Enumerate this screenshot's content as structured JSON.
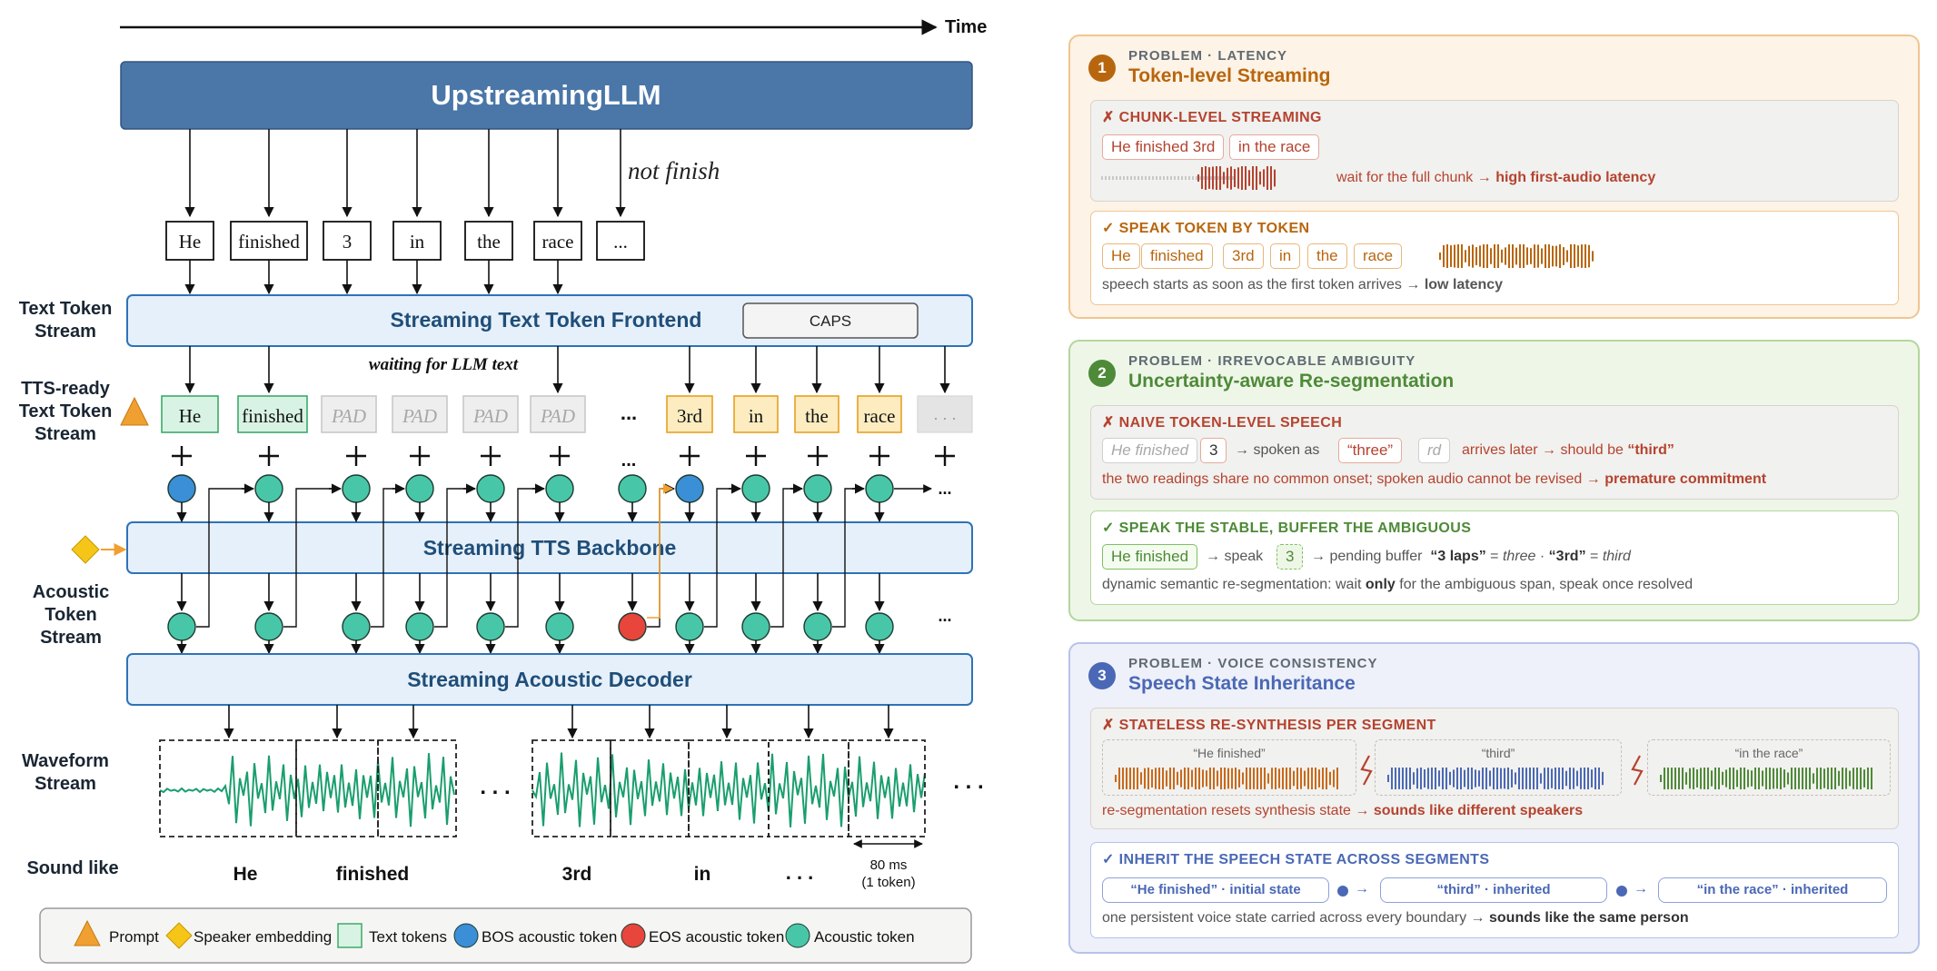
{
  "left": {
    "time_label": "Time",
    "llm_label": "UpstreamingLLM",
    "not_finish": "not finish",
    "llm_tokens": [
      "He",
      "finished",
      "3",
      "in",
      "the",
      "race",
      "..."
    ],
    "frontend_label": "Streaming Text Token Frontend",
    "caps_label": "CAPS",
    "waiting_label": "waiting for LLM text",
    "row_labels": {
      "text_stream": [
        "Text Token",
        "Stream"
      ],
      "tts_ready": [
        "TTS-ready",
        "Text Token",
        "Stream"
      ],
      "acoustic": [
        "Acoustic",
        "Token",
        "Stream"
      ],
      "waveform": [
        "Waveform",
        "Stream"
      ],
      "sound_like": "Sound like"
    },
    "tts_tokens": [
      "He",
      "finished",
      "PAD",
      "PAD",
      "PAD",
      "PAD",
      "3rd",
      "in",
      "the",
      "race"
    ],
    "ellipsis": "...",
    "ellipsis_spaced": ". . .",
    "backbone_label": "Streaming TTS Backbone",
    "decoder_label": "Streaming Acoustic Decoder",
    "sound_words": [
      "He",
      "finished",
      "3rd",
      "in"
    ],
    "duration_label": [
      "80 ms",
      "(1 token)"
    ],
    "legend": {
      "prompt": "Prompt",
      "speaker": "Speaker embedding",
      "text": "Text tokens",
      "bos": "BOS acoustic token",
      "eos": "EOS acoustic token",
      "acoustic": "Acoustic token"
    },
    "colors": {
      "llm": "#4a76a8",
      "frontend_fill": "#e6f0fa",
      "frontend_stroke": "#2e73b8",
      "frontend_text": "#1f4e79",
      "acoustic": "#48c7a8",
      "bos": "#3a8fd6",
      "eos": "#e8453c",
      "text_token_fill": "#d8f3e3",
      "text_token_stroke": "#3daa6a",
      "pending_fill": "#fcecc0",
      "pending_stroke": "#e8a020",
      "pad_fill": "#eeeeee",
      "waveform": "#1a9e6e",
      "prompt": "#f0a030",
      "speaker": "#f5c518"
    }
  },
  "panels": [
    {
      "num": "1",
      "kicker": "PROBLEM · LATENCY",
      "title": "Token-level Streaming",
      "bad": {
        "head": "✗ CHUNK-LEVEL STREAMING",
        "chips": [
          "He finished 3rd",
          "in the race"
        ],
        "note_pre": "wait for the full chunk →",
        "note_bold": "high first-audio latency"
      },
      "good": {
        "head": "✓ SPEAK TOKEN BY TOKEN",
        "chips": [
          "He",
          "finished",
          "3rd",
          "in",
          "the",
          "race"
        ],
        "note_pre": "speech starts as soon as the first token arrives →",
        "note_bold": "low latency"
      },
      "colors": {
        "accent": "#b8660e",
        "fill": "#fdf3e6",
        "stroke": "#f0c590",
        "bad": "#b5432f"
      }
    },
    {
      "num": "2",
      "kicker": "PROBLEM · IRREVOCABLE AMBIGUITY",
      "title": "Uncertainty-aware Re-segmentation",
      "bad": {
        "head": "✗ NAIVE TOKEN-LEVEL SPEECH",
        "chip_faded": "He finished",
        "chip_num": "3",
        "spoken_as": "→ spoken as",
        "chip_three": "“three”",
        "chip_rd": "rd",
        "arrives": "arrives later → should be",
        "third_bold": "“third”",
        "note_pre": "the two readings share no common onset; spoken audio cannot be revised →",
        "note_bold": "premature commitment"
      },
      "good": {
        "head": "✓ SPEAK THE STABLE, BUFFER THE AMBIGUOUS",
        "chip": "He finished",
        "speak": "→ speak",
        "chip_num": "3",
        "pending": "→ pending buffer",
        "laps_bold": "“3 laps”",
        "eq1": "=",
        "three_it": "three",
        "dot": "·",
        "third_bold": "“3rd”",
        "eq2": "=",
        "third_it": "third",
        "note_pre": "dynamic semantic re-segmentation: wait",
        "note_bold": "only",
        "note_post": "for the ambiguous span, speak once resolved"
      },
      "colors": {
        "accent": "#4e8a38",
        "fill": "#eef6e8",
        "stroke": "#b3d69c",
        "bad": "#b5432f"
      }
    },
    {
      "num": "3",
      "kicker": "PROBLEM · VOICE CONSISTENCY",
      "title": "Speech State Inheritance",
      "bad": {
        "head": "✗ STATELESS RE-SYNTHESIS PER SEGMENT",
        "segments": [
          "“He finished”",
          "“third”",
          "“in the race”"
        ],
        "note_pre": "re-segmentation resets synthesis state →",
        "note_bold": "sounds like different speakers"
      },
      "good": {
        "head": "✓ INHERIT THE SPEECH STATE ACROSS SEGMENTS",
        "pills": [
          "“He finished” · initial state",
          "“third” · inherited",
          "“in the race” · inherited"
        ],
        "arrow": "→",
        "note_pre": "one persistent voice state carried across every boundary →",
        "note_bold": "sounds like the same person"
      },
      "colors": {
        "accent": "#4a68b5",
        "fill": "#eef0fa",
        "stroke": "#b7c3e8",
        "bad": "#b5432f",
        "seg1": "#c9691a",
        "seg2": "#4a68b5",
        "seg3": "#4e8a38"
      }
    }
  ]
}
